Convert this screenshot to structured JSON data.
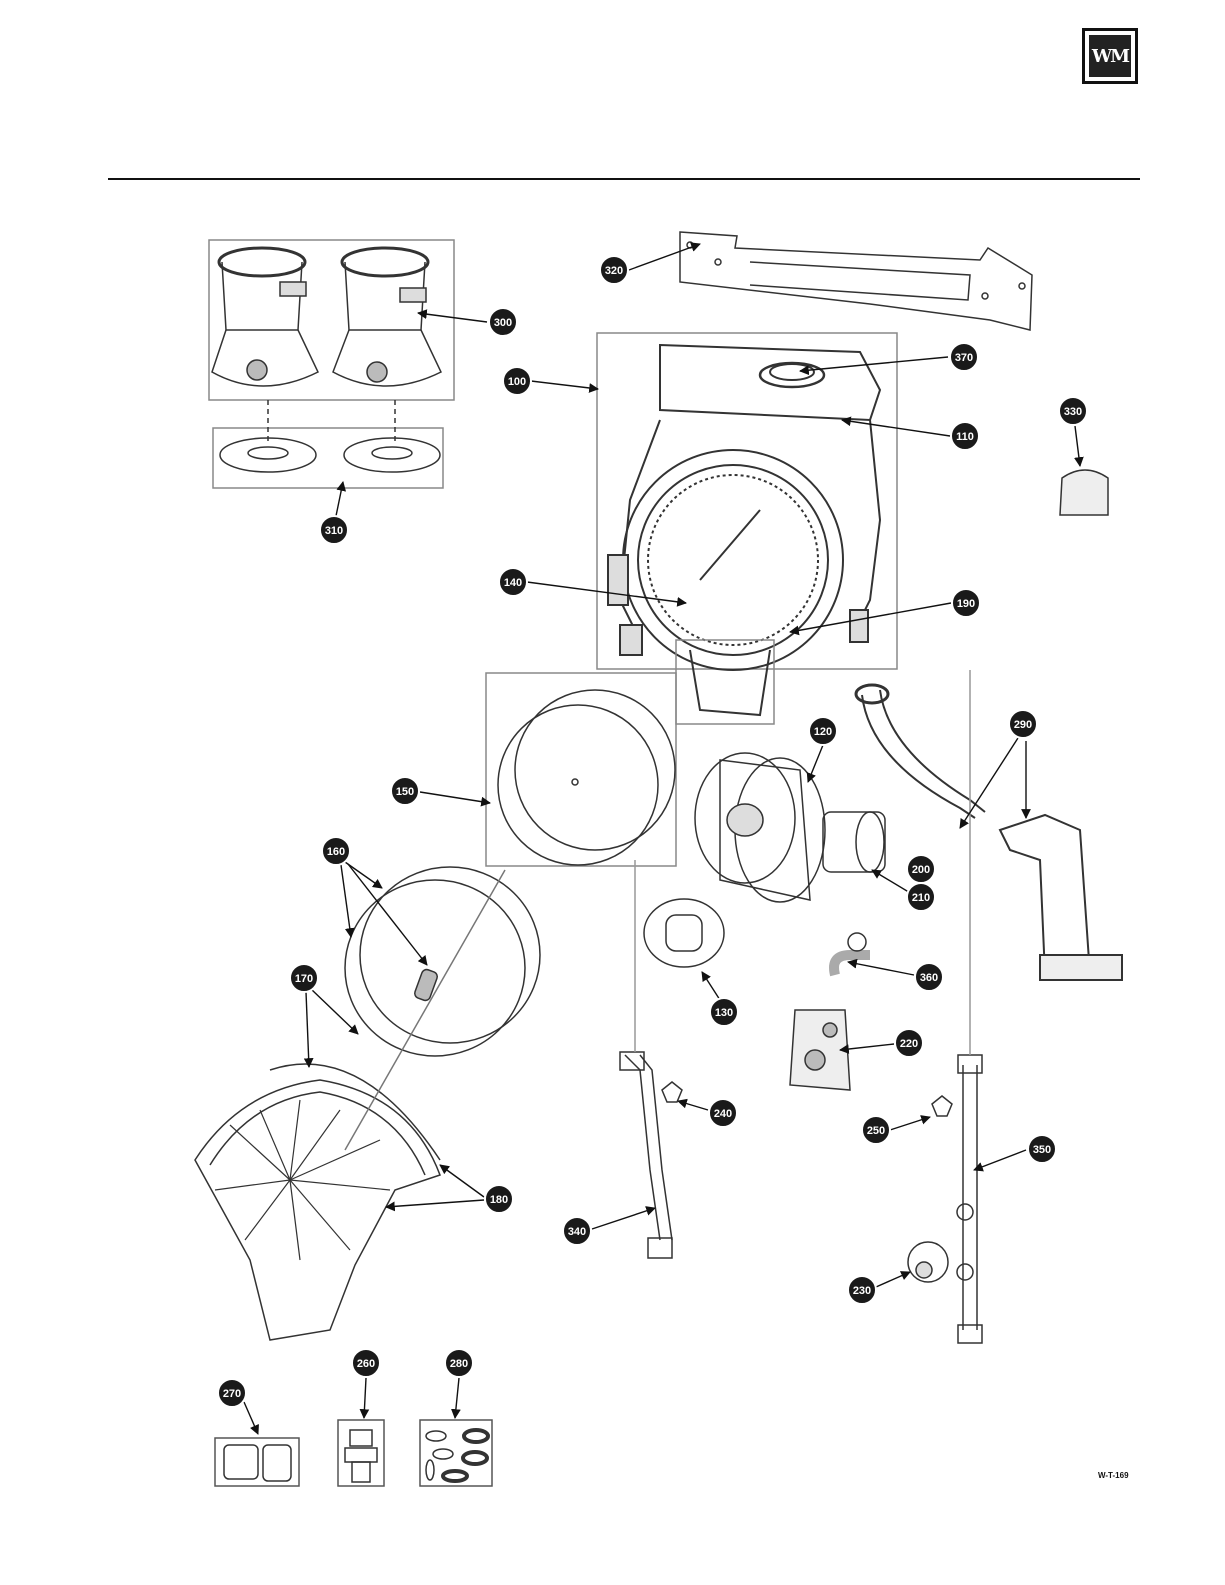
{
  "header": {
    "logo_text": "WM",
    "logo_color": "#222222"
  },
  "drawing_code": "W-T-169",
  "callouts": [
    {
      "id": "c300",
      "label": "300"
    },
    {
      "id": "c310",
      "label": "310"
    },
    {
      "id": "c320",
      "label": "320"
    },
    {
      "id": "c370",
      "label": "370"
    },
    {
      "id": "c100",
      "label": "100"
    },
    {
      "id": "c110",
      "label": "110"
    },
    {
      "id": "c330",
      "label": "330"
    },
    {
      "id": "c140",
      "label": "140"
    },
    {
      "id": "c190",
      "label": "190"
    },
    {
      "id": "c290",
      "label": "290"
    },
    {
      "id": "c120",
      "label": "120"
    },
    {
      "id": "c150",
      "label": "150"
    },
    {
      "id": "c160",
      "label": "160"
    },
    {
      "id": "c200",
      "label": "200"
    },
    {
      "id": "c210",
      "label": "210"
    },
    {
      "id": "c170",
      "label": "170"
    },
    {
      "id": "c360",
      "label": "360"
    },
    {
      "id": "c130",
      "label": "130"
    },
    {
      "id": "c220",
      "label": "220"
    },
    {
      "id": "c240",
      "label": "240"
    },
    {
      "id": "c250",
      "label": "250"
    },
    {
      "id": "c350",
      "label": "350"
    },
    {
      "id": "c180",
      "label": "180"
    },
    {
      "id": "c340",
      "label": "340"
    },
    {
      "id": "c230",
      "label": "230"
    },
    {
      "id": "c270",
      "label": "270"
    },
    {
      "id": "c260",
      "label": "260"
    },
    {
      "id": "c280",
      "label": "280"
    }
  ]
}
